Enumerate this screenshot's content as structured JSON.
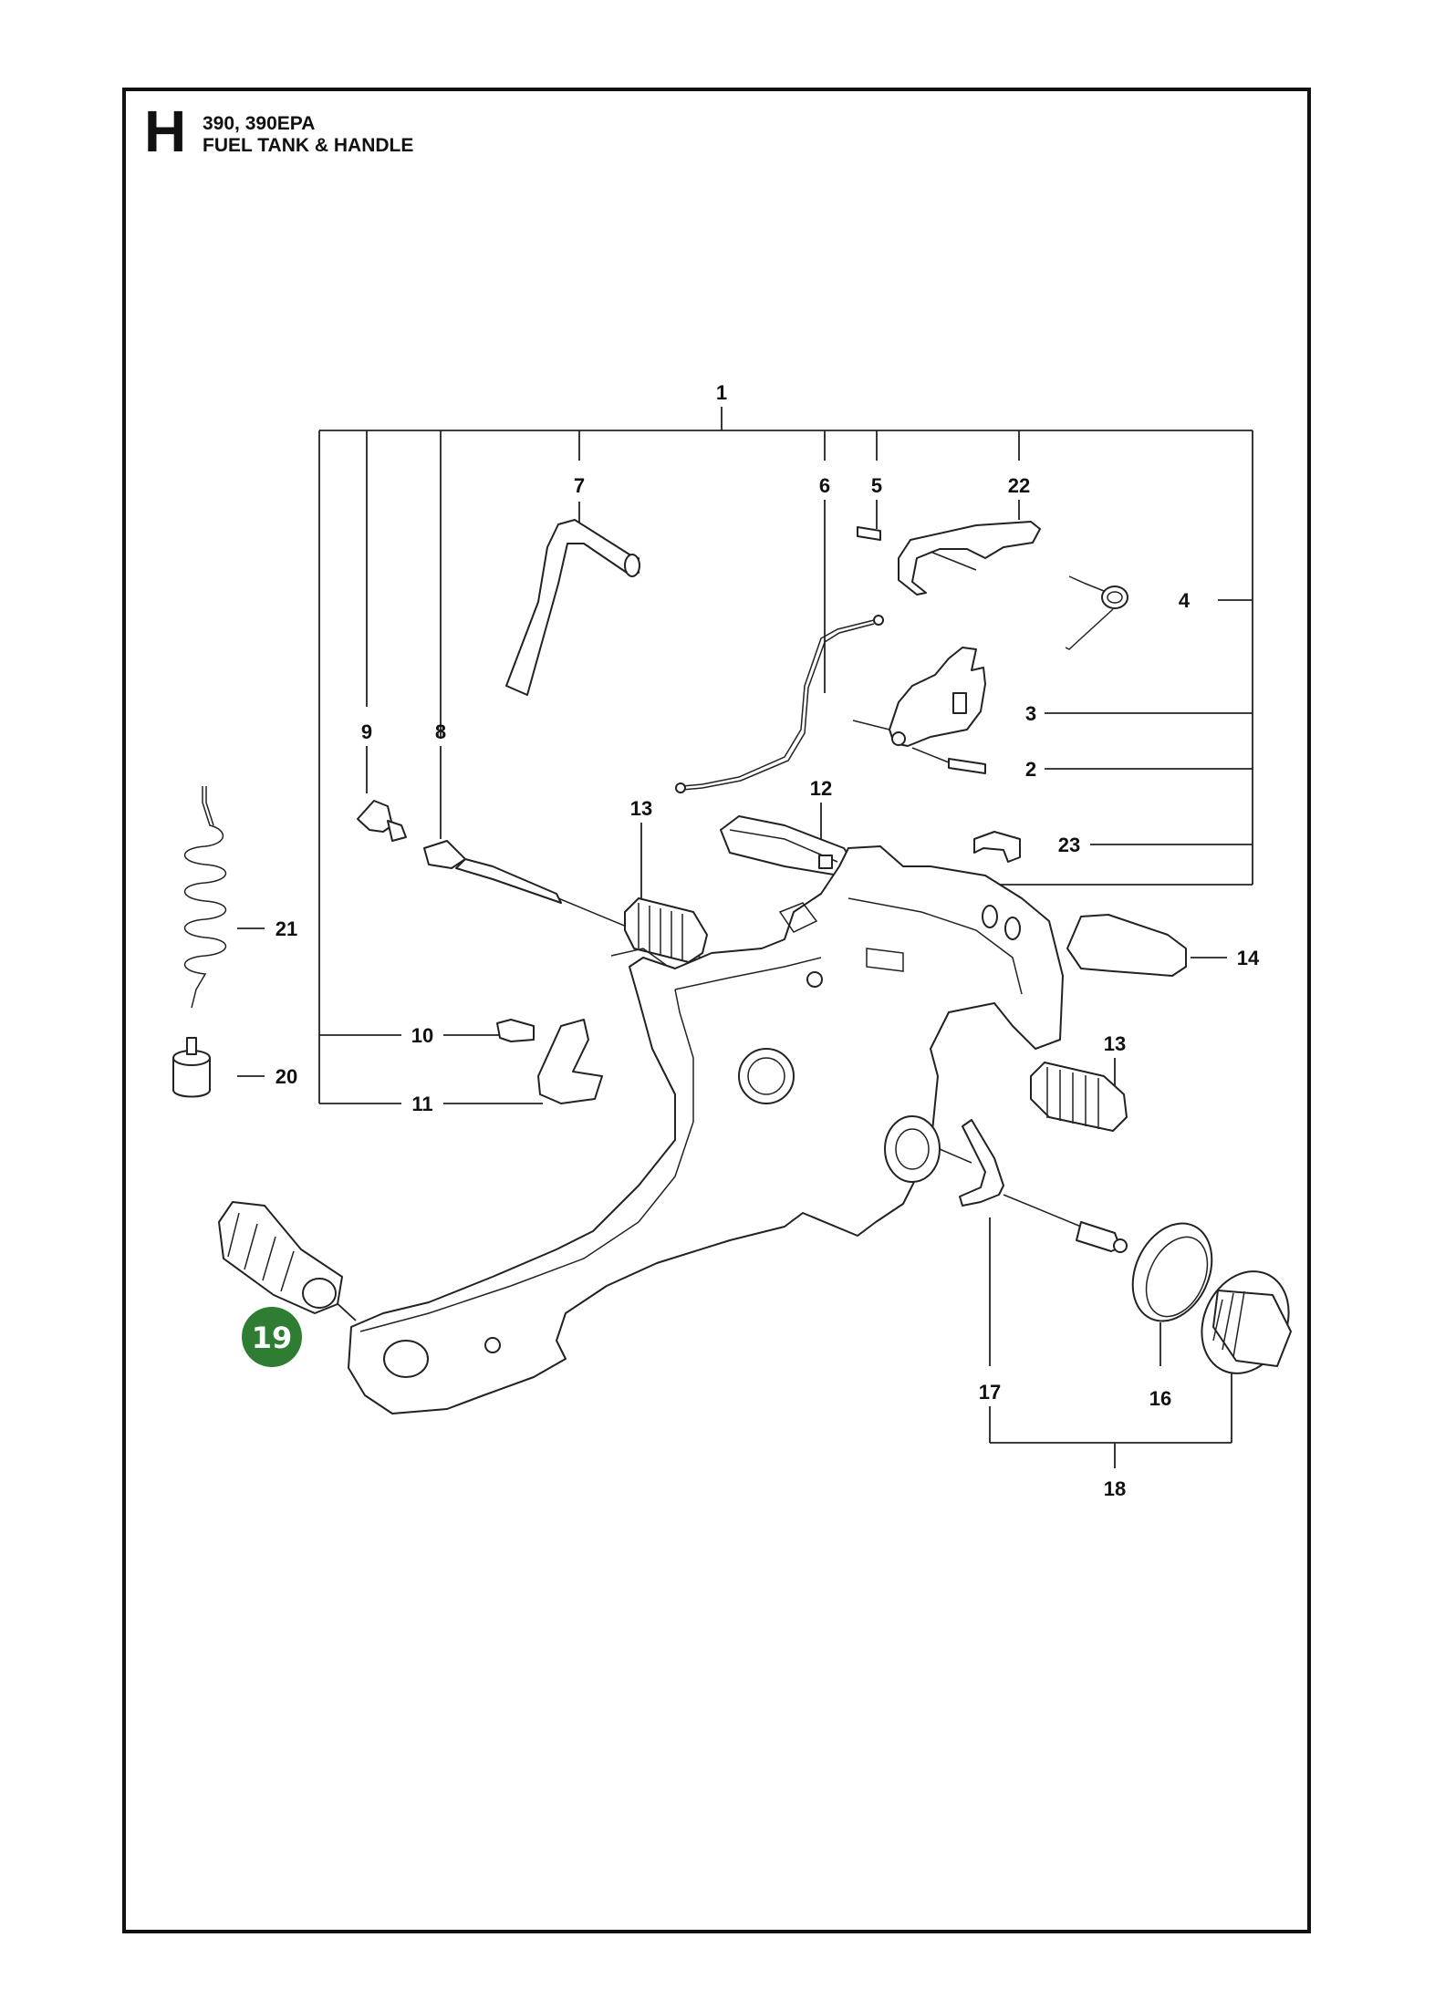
{
  "header": {
    "section_letter": "H",
    "models": "390, 390EPA",
    "title": "FUEL TANK & HANDLE"
  },
  "callouts": {
    "c1": "1",
    "c2": "2",
    "c3": "3",
    "c4": "4",
    "c5": "5",
    "c6": "6",
    "c7": "7",
    "c8": "8",
    "c9": "9",
    "c10": "10",
    "c11": "11",
    "c12": "12",
    "c13a": "13",
    "c13b": "13",
    "c14": "14",
    "c16": "16",
    "c17": "17",
    "c18": "18",
    "c20": "20",
    "c21": "21",
    "c22": "22",
    "c23": "23"
  },
  "highlight": {
    "label": "19",
    "color": "#2e7d32"
  },
  "colors": {
    "line": "#222222",
    "frame": "#111111"
  }
}
